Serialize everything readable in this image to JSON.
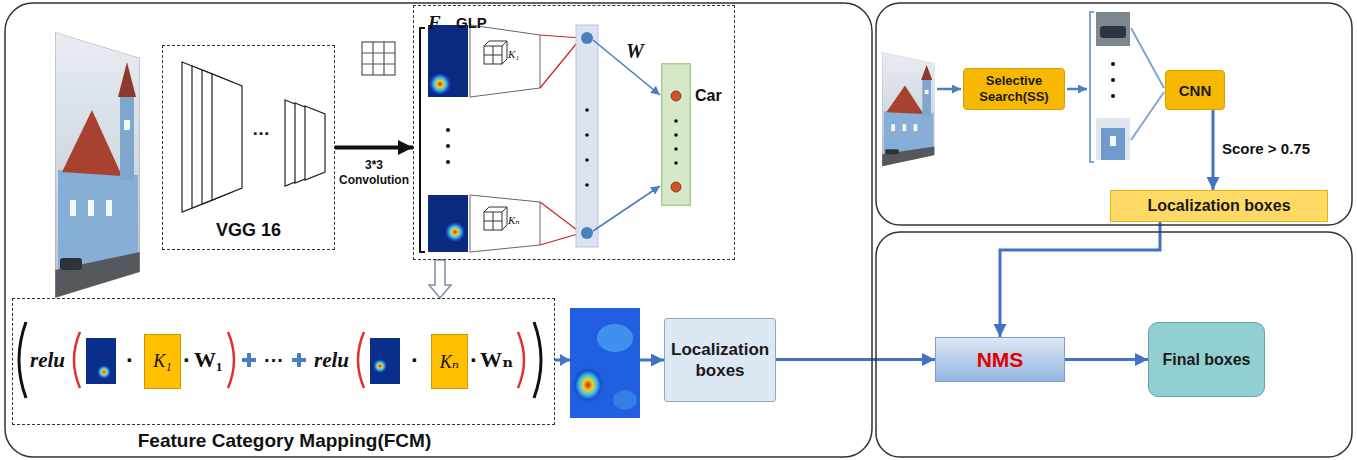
{
  "diagram": {
    "nodes": [
      {
        "text": [
          "VGG 16"
        ]
      },
      {
        "text": [
          "F",
          "GLP",
          "W"
        ]
      },
      {
        "text": [
          "Car"
        ],
        "in": 1
      },
      {
        "text": [
          "Feature Category Mapping(FCM)"
        ]
      },
      {
        "text": [
          "K₁"
        ],
        "in": 3
      },
      {
        "text": [
          "Kₙ"
        ],
        "in": 3
      },
      {
        "text": [
          "Localization boxes"
        ]
      },
      {
        "text": [
          "Selective Search(SS)"
        ]
      },
      {
        "text": [
          "CNN"
        ]
      },
      {
        "text": [
          "Localization boxes"
        ]
      },
      {
        "text": [
          "NMS"
        ]
      },
      {
        "text": [
          "Final boxes"
        ]
      }
    ],
    "edges": [
      {
        "from": 0,
        "to": 1,
        "arrow": "to",
        "label": "3*3 Convolution"
      },
      {
        "from": 1,
        "to": 3,
        "arrow": "to"
      },
      {
        "from": 3,
        "to": 6,
        "arrow": "to"
      },
      {
        "from": 8,
        "to": 9,
        "arrow": "to",
        "label": "Score > 0.75"
      },
      {
        "from": 9,
        "to": 10,
        "arrow": "to"
      },
      {
        "from": 6,
        "to": 10,
        "arrow": "to"
      },
      {
        "from": 10,
        "to": 11,
        "arrow": "to"
      }
    ],
    "labels": [
      "…",
      "K₁",
      "Kₙ",
      "relu",
      "·",
      "·",
      "W₁",
      "···",
      "relu",
      "·",
      "·",
      "Wₙ"
    ]
  }
}
